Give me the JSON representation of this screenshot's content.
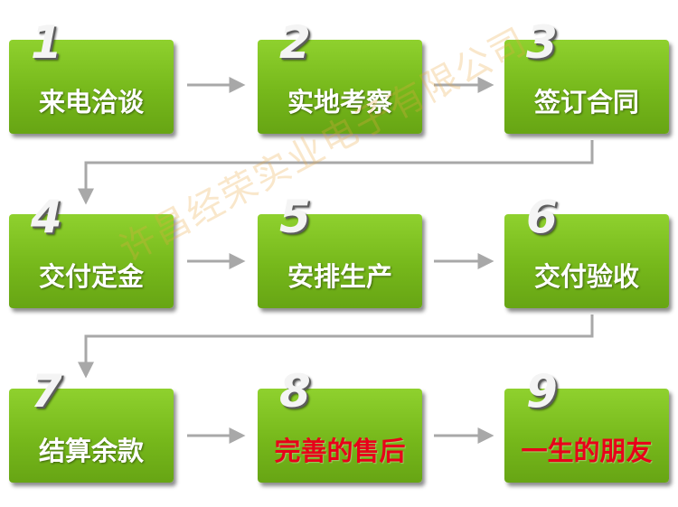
{
  "steps": [
    {
      "number": "1",
      "label": "来电洽谈"
    },
    {
      "number": "2",
      "label": "实地考察"
    },
    {
      "number": "3",
      "label": "签订合同"
    },
    {
      "number": "4",
      "label": "交付定金"
    },
    {
      "number": "5",
      "label": "安排生产"
    },
    {
      "number": "6",
      "label": "交付验收"
    },
    {
      "number": "7",
      "label": "结算余款"
    },
    {
      "number": "8",
      "label": "完善的售后"
    },
    {
      "number": "9",
      "label": "一生的朋友"
    }
  ],
  "watermark": "许昌经荣实业电子有限公司",
  "colors": {
    "box": "#76b81b",
    "arrow": "#a8a8a8",
    "highlight_text": "#e8001a",
    "label_text": "#ffffff"
  }
}
